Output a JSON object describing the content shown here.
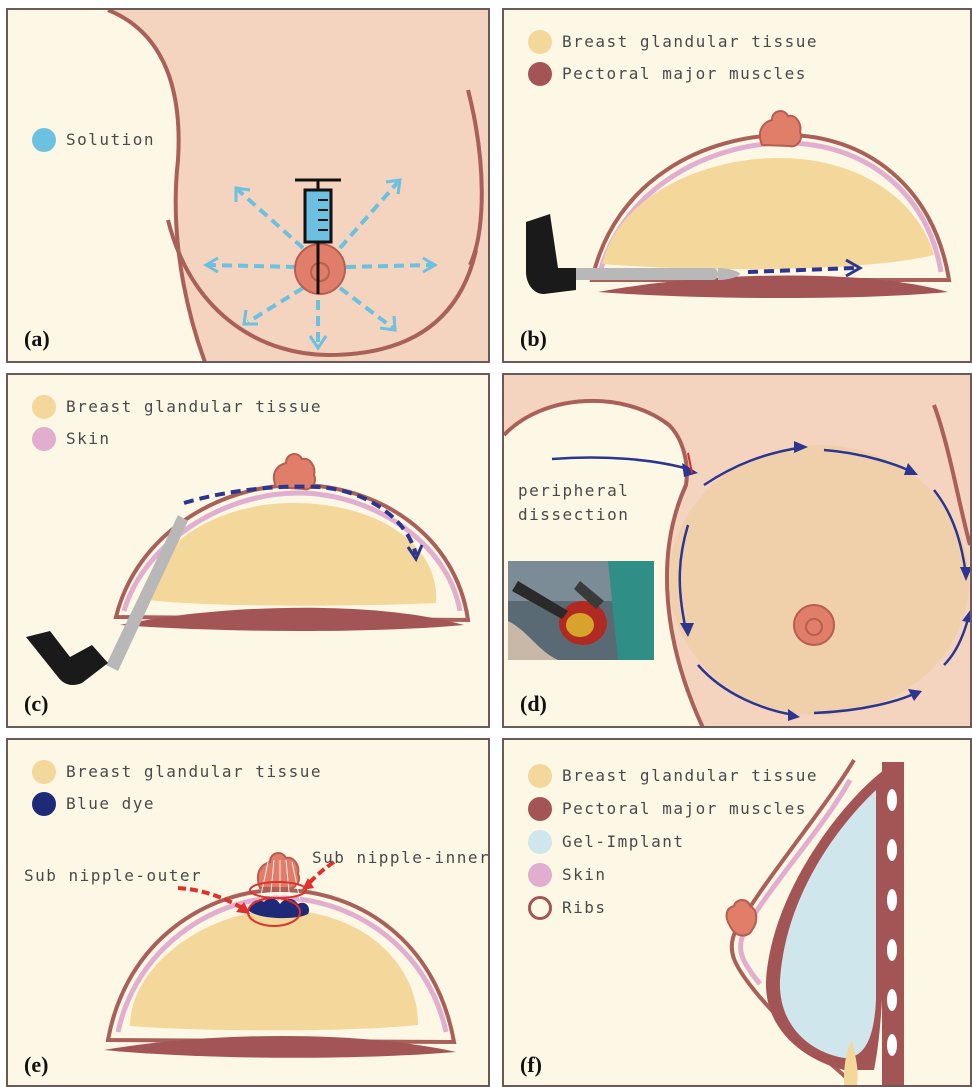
{
  "panels": {
    "a": {
      "label": "(a)",
      "legend": [
        {
          "text": "Solution",
          "color": "#6cc0e0"
        }
      ]
    },
    "b": {
      "label": "(b)",
      "legend": [
        {
          "text": "Breast glandular tissue",
          "color": "#f4d79a"
        },
        {
          "text": "Pectoral major muscles",
          "color": "#a35555"
        }
      ]
    },
    "c": {
      "label": "(c)",
      "legend": [
        {
          "text": "Breast glandular tissue",
          "color": "#f4d79a"
        },
        {
          "text": "Skin",
          "color": "#e2aed0"
        }
      ]
    },
    "d": {
      "label": "(d)",
      "annotation_line1": "peripheral",
      "annotation_line2": "dissection"
    },
    "e": {
      "label": "(e)",
      "legend": [
        {
          "text": "Breast glandular tissue",
          "color": "#f4d79a"
        },
        {
          "text": "Blue dye",
          "color": "#1e2a78"
        }
      ],
      "callout_outer": "Sub nipple-outer",
      "callout_inner": "Sub nipple-inner"
    },
    "f": {
      "label": "(f)",
      "legend": [
        {
          "text": "Breast glandular tissue",
          "color": "#f4d79a"
        },
        {
          "text": "Pectoral major muscles",
          "color": "#a35555"
        },
        {
          "text": "Gel-Implant",
          "color": "#cfe6ec"
        },
        {
          "text": "Skin",
          "color": "#e2aed0"
        },
        {
          "text": "Ribs",
          "color": "#a35555"
        }
      ]
    }
  },
  "colors": {
    "skin_fill": "#f4d3bf",
    "outline": "#a86058",
    "gland": "#f4d79a",
    "muscle": "#a35555",
    "skin_layer": "#e2aed0",
    "arrow_blue": "#2c3590",
    "solution_blue": "#6cc0e0",
    "dye_red": "#e0302a"
  }
}
